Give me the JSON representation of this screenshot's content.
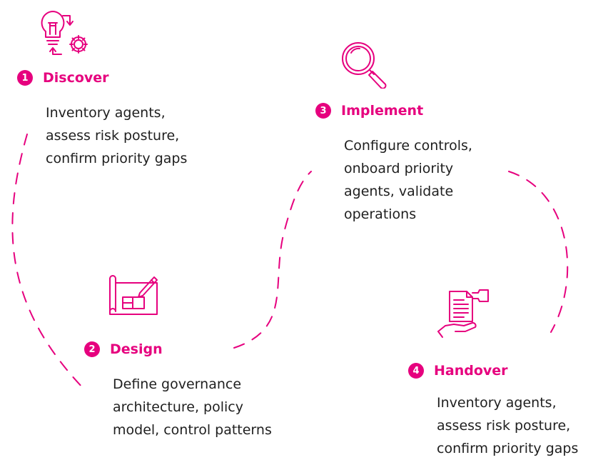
{
  "colors": {
    "accent": "#e6007e",
    "text": "#1f1f1f"
  },
  "steps": [
    {
      "number": "1",
      "title": "Discover",
      "description": "Inventory agents,\nassess risk posture,\nconfirm priority gaps",
      "icon": "lightbulb-gear-icon"
    },
    {
      "number": "2",
      "title": "Design",
      "description": "Define governance\narchitecture, policy\nmodel, control patterns",
      "icon": "blueprint-pencil-icon"
    },
    {
      "number": "3",
      "title": "Implement",
      "description": "Configure controls,\nonboard priority\nagents, validate\noperations",
      "icon": "magnifier-icon"
    },
    {
      "number": "4",
      "title": "Handover",
      "description": "Inventory agents,\nassess risk posture,\nconfirm priority gaps",
      "icon": "document-hand-icon"
    }
  ]
}
